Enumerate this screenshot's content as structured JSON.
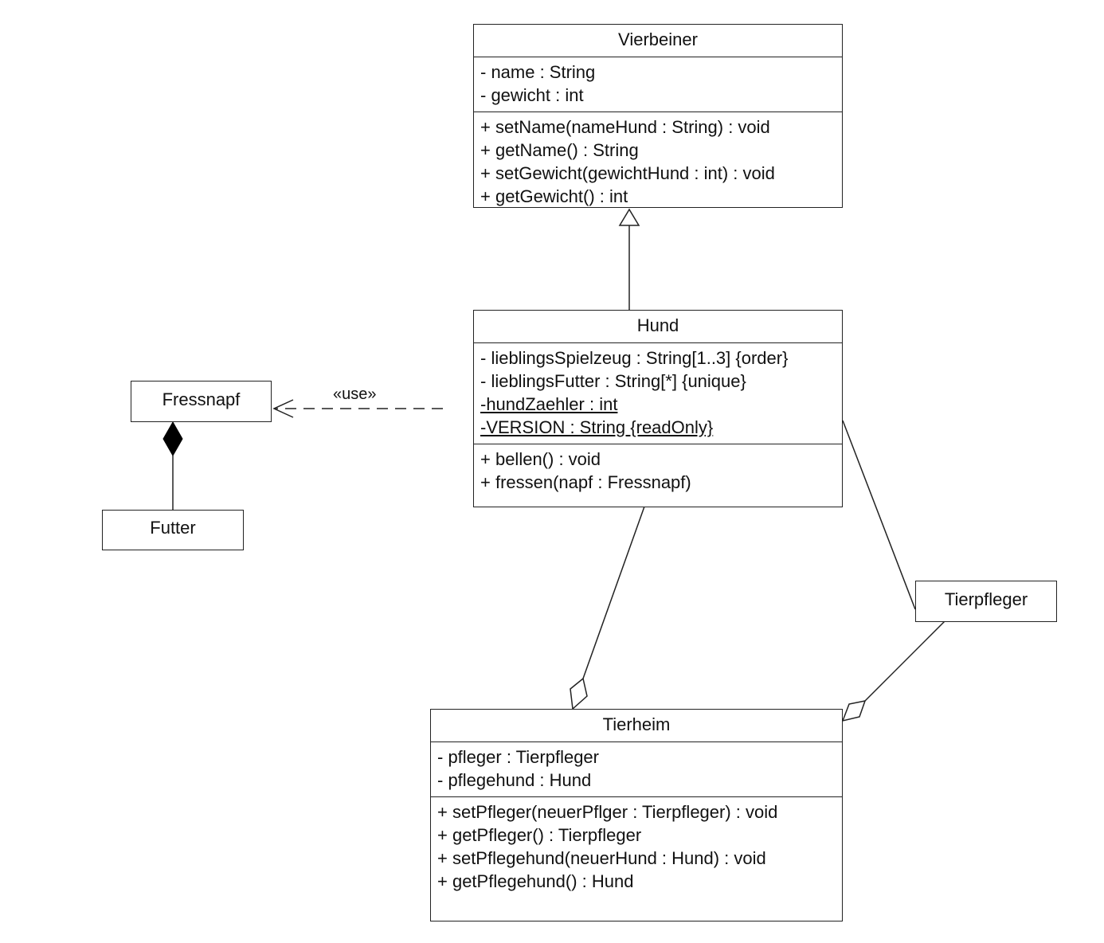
{
  "classes": {
    "vierbeiner": {
      "name": "Vierbeiner",
      "attributes": [
        "- name : String",
        "- gewicht : int"
      ],
      "operations": [
        "+ setName(nameHund : String) : void",
        "+ getName() : String",
        "+ setGewicht(gewichtHund : int) : void",
        "+ getGewicht() : int"
      ]
    },
    "hund": {
      "name": "Hund",
      "attributes": [
        "- lieblingsSpielzeug : String[1..3] {order}",
        "- lieblingsFutter : String[*] {unique}",
        "-hundZaehler : int",
        "-VERSION : String {readOnly}"
      ],
      "operations": [
        "+ bellen() : void",
        "+ fressen(napf : Fressnapf)"
      ]
    },
    "tierheim": {
      "name": "Tierheim",
      "attributes": [
        "- pfleger : Tierpfleger",
        "- pflegehund : Hund"
      ],
      "operations": [
        "+ setPfleger(neuerPflger : Tierpfleger) : void",
        "+ getPfleger() : Tierpfleger",
        "+ setPflegehund(neuerHund : Hund) : void",
        "+ getPflegehund() : Hund"
      ]
    },
    "fressnapf": {
      "name": "Fressnapf"
    },
    "futter": {
      "name": "Futter"
    },
    "tierpfleger": {
      "name": "Tierpfleger"
    }
  },
  "relations": {
    "use_label": "«use»"
  }
}
